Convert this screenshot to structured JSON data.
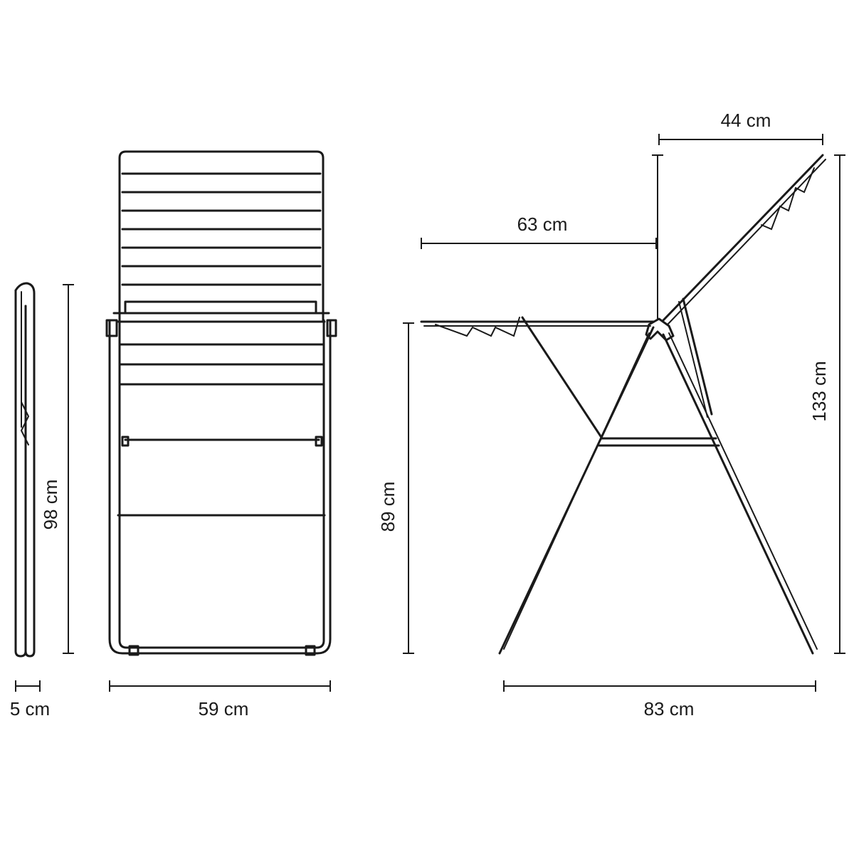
{
  "dimensions": {
    "folded_depth": "5 cm",
    "folded_height": "98 cm",
    "front_width": "59 cm",
    "open_wing_reach": "63 cm",
    "top_wing_reach": "44 cm",
    "open_height_total": "133 cm",
    "open_height_low": "89 cm",
    "open_length": "83 cm"
  }
}
